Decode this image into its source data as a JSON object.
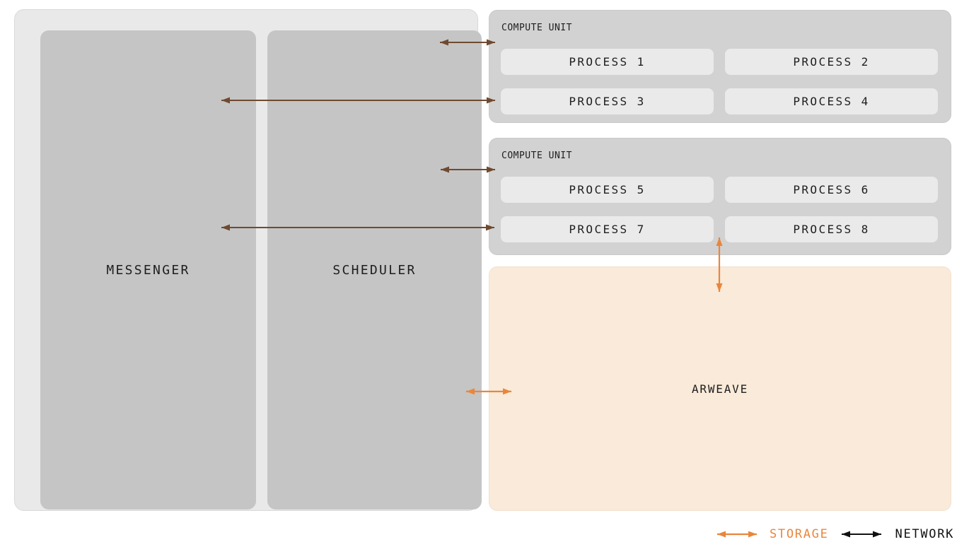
{
  "colors": {
    "page_bg": "#ffffff",
    "outer_bg": "#e9e9e9",
    "panel_bg": "#c5c5c5",
    "cu_bg": "#d2d2d2",
    "process_bg": "#eaeaea",
    "arweave_bg": "#f9ead9",
    "network_line": "#6f4a31",
    "storage": "#e9863c",
    "legend_network": "#111111",
    "label_text": "#1e1e1e"
  },
  "messenger": {
    "label": "MESSENGER"
  },
  "scheduler": {
    "label": "SCHEDULER"
  },
  "compute_units": [
    {
      "label": "COMPUTE UNIT",
      "processes": [
        "PROCESS 1",
        "PROCESS 2",
        "PROCESS 3",
        "PROCESS 4"
      ]
    },
    {
      "label": "COMPUTE UNIT",
      "processes": [
        "PROCESS 5",
        "PROCESS 6",
        "PROCESS 7",
        "PROCESS 8"
      ]
    }
  ],
  "arweave": {
    "label": "ARWEAVE"
  },
  "legend": {
    "storage": {
      "label": "STORAGE"
    },
    "network": {
      "label": "NETWORK"
    }
  }
}
